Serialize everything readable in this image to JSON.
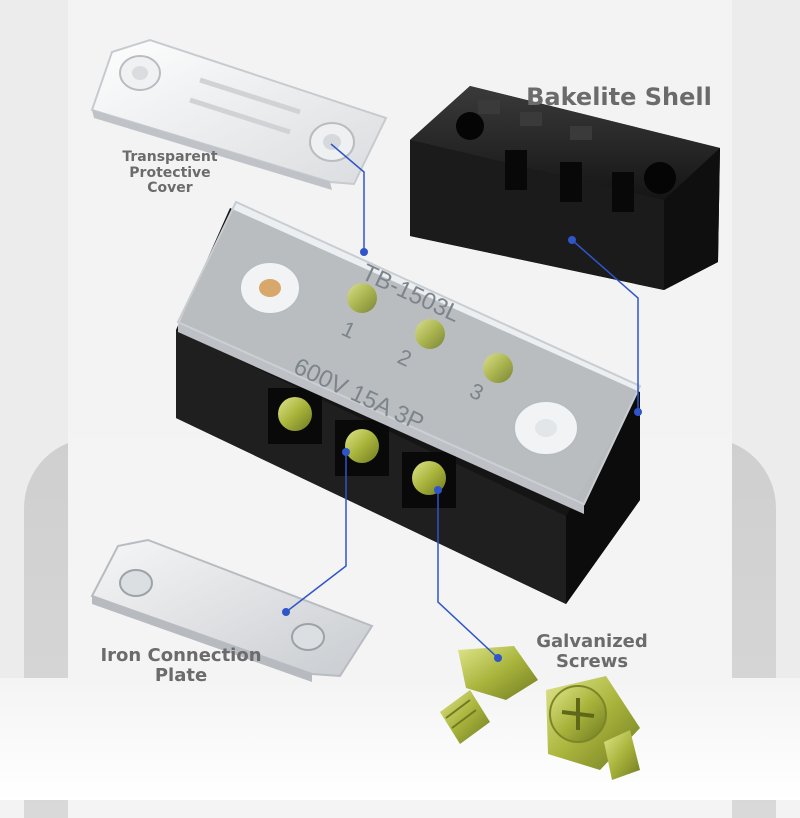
{
  "labels": {
    "cover": [
      "Transparent",
      "Protective",
      "Cover"
    ],
    "shell": "Bakelite Shell",
    "plate": [
      "Iron Connection",
      "Plate"
    ],
    "screws": [
      "Galvanized",
      "Screws"
    ]
  },
  "product_markings": {
    "model": "TB-1503L",
    "rating": "600V 15A 3P",
    "positions": [
      "1",
      "2",
      "3"
    ]
  },
  "colors": {
    "label_text": "#6b6b6b",
    "pointer_line": "#2f55c9",
    "bakelite": "#1d1d1d",
    "screw_brass": "#b8c24a"
  }
}
